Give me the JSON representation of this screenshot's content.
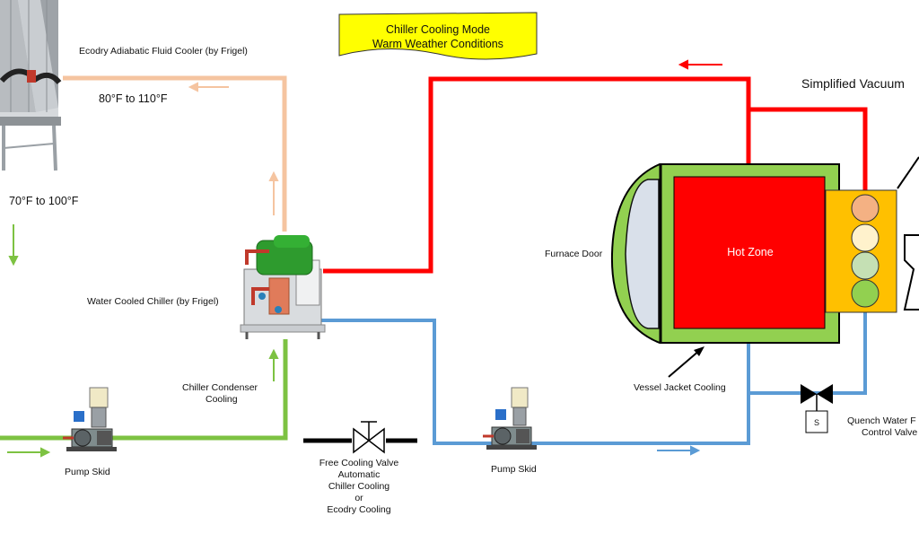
{
  "title_box": {
    "line1": "Chiller Cooling Mode",
    "line2": "Warm Weather Conditions"
  },
  "labels": {
    "fluid_cooler": "Ecodry Adiabatic Fluid Cooler (by Frigel)",
    "temp_hot": "80°F to 110°F",
    "temp_cold": "70°F to 100°F",
    "chiller": "Water Cooled Chiller (by Frigel)",
    "condenser_line1": "Chiller Condenser",
    "condenser_line2": "Cooling",
    "pump_skid_left": "Pump Skid",
    "pump_skid_right": "Pump Skid",
    "valve_line1": "Free Cooling Valve",
    "valve_line2": "Automatic",
    "valve_line3": "Chiller Cooling",
    "valve_line4": "or",
    "valve_line5": "Ecodry Cooling",
    "furnace_door": "Furnace Door",
    "hot_zone": "Hot Zone",
    "vessel_jacket": "Vessel Jacket Cooling",
    "quench_line1": "Quench Water F",
    "quench_line2": "Control Valve",
    "solenoid": "S",
    "simplified": "Simplified Vacuum"
  },
  "colors": {
    "hot_line": "#ff0000",
    "cold_line": "#5b9bd5",
    "condenser_green": "#7dc242",
    "fluid_cooler_line": "#f5c4a0",
    "title_fill": "#ffff00",
    "hot_zone_fill": "#ff0000",
    "vessel_green": "#92d050",
    "manifold_fill": "#ffc000"
  },
  "icons": {
    "fluid_cooler": "fluid-cooler-icon",
    "chiller": "chiller-icon",
    "pump": "pump-icon",
    "valve": "valve-icon",
    "quench_valve": "quench-valve-icon"
  }
}
